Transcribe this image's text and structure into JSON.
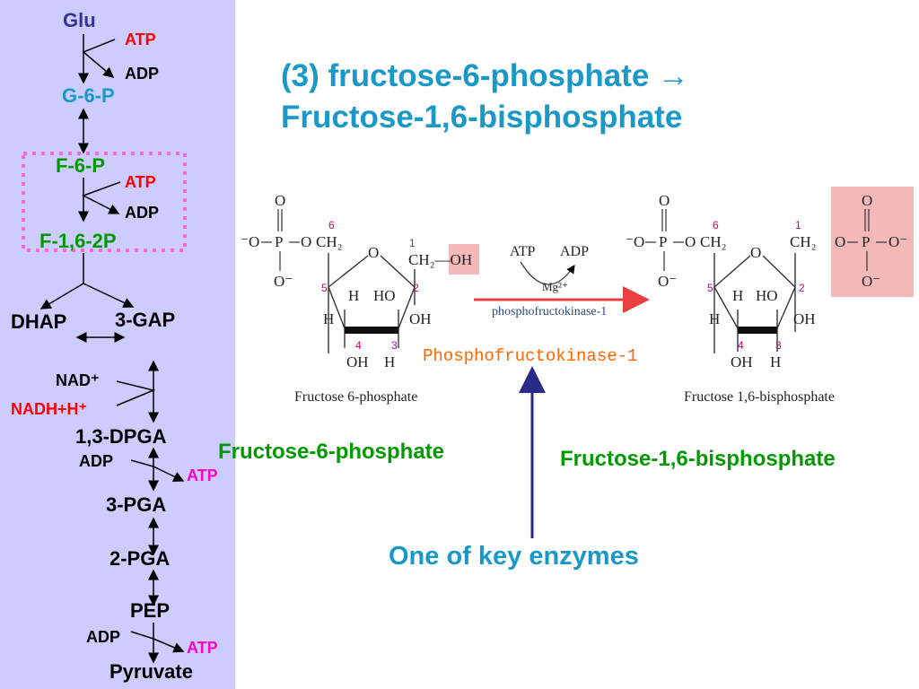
{
  "title": {
    "line1": "(3)  fructose-6-phosphate →",
    "line2": "Fructose-1,6-bisphosphate"
  },
  "pathway": {
    "glu": "Glu",
    "atp1": "ATP",
    "adp1": "ADP",
    "g6p": "G-6-P",
    "f6p": "F-6-P",
    "atp2": "ATP",
    "adp2": "ADP",
    "f16bp": "F-1,6-2P",
    "dhap": "DHAP",
    "gap": "3-GAP",
    "nad": "NAD⁺",
    "nadh": "NADH+H⁺",
    "dpga": "1,3-DPGA",
    "adp3": "ADP",
    "atp3": "ATP",
    "pga3": "3-PGA",
    "pga2": "2-PGA",
    "pep": "PEP",
    "adp4": "ADP",
    "atp4": "ATP",
    "pyruvate": "Pyruvate"
  },
  "reaction": {
    "atp": "ATP",
    "adp": "ADP",
    "mg": "Mg²⁺",
    "enzyme_small": "phosphofructokinase-1",
    "enzyme_label": "Phosphofructokinase-1",
    "left_caption": "Fructose 6-phosphate",
    "right_caption": "Fructose 1,6-bisphosphate",
    "left_name": "Fructose-6-phosphate",
    "right_name": "Fructose-1,6-bisphosphate",
    "note": "One of key enzymes"
  },
  "structure": {
    "o": "O",
    "o_minus": "⁻O",
    "o_minus_r": "O⁻",
    "p": "P",
    "ch2": "CH₂",
    "ch2oh": "CH₂—OH",
    "h": "H",
    "ho": "HO",
    "oh": "OH",
    "n1": "1",
    "n2": "2",
    "n3": "3",
    "n4": "4",
    "n5": "5",
    "n6": "6"
  },
  "colors": {
    "sidebar_bg": "#ccccff",
    "title": "#1a99c8",
    "green": "#009900",
    "red": "#ff0000",
    "magenta": "#ff00cc",
    "orange": "#ff6600",
    "highlight": "#f4b8b8"
  }
}
